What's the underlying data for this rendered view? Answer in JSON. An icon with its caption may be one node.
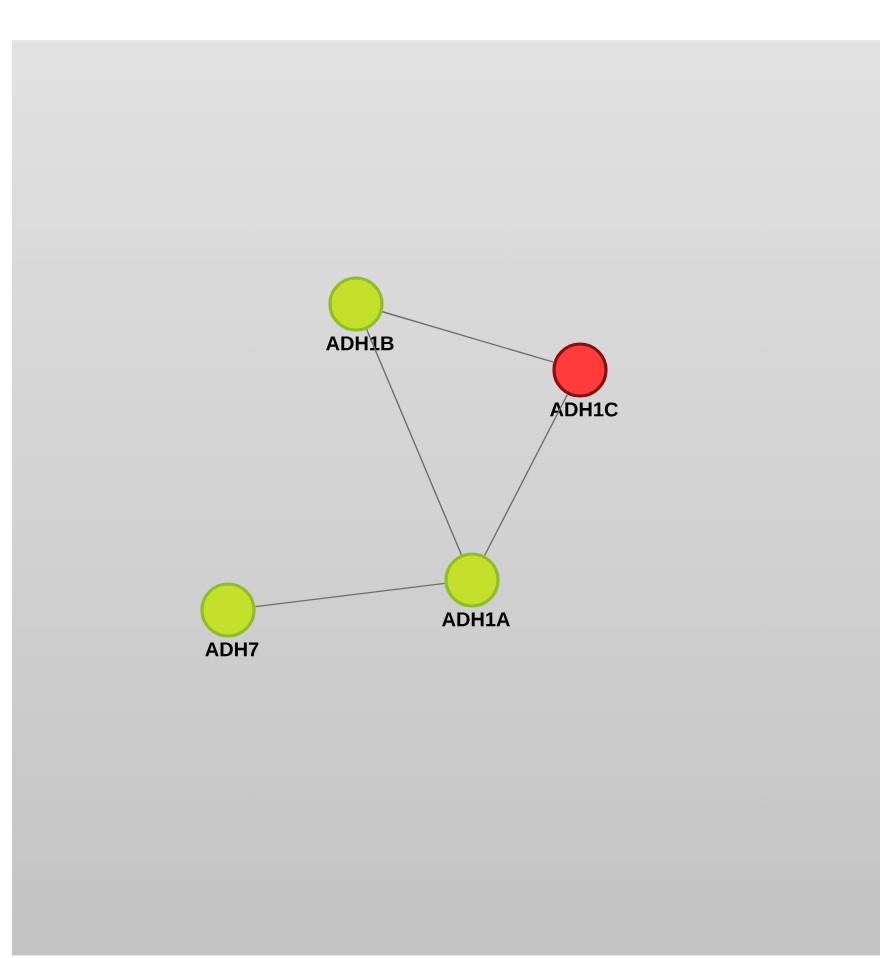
{
  "diagram": {
    "nodes": [
      {
        "text": [
          "ADH1B"
        ]
      },
      {
        "text": [
          "ADH1C"
        ]
      },
      {
        "text": [
          "ADH1A"
        ]
      },
      {
        "text": [
          "ADH7"
        ]
      }
    ],
    "edges": [
      {
        "from": 0,
        "to": 1,
        "arrow": "none"
      },
      {
        "from": 0,
        "to": 2,
        "arrow": "none"
      },
      {
        "from": 1,
        "to": 2,
        "arrow": "none"
      },
      {
        "from": 3,
        "to": 2,
        "arrow": "none"
      }
    ]
  }
}
